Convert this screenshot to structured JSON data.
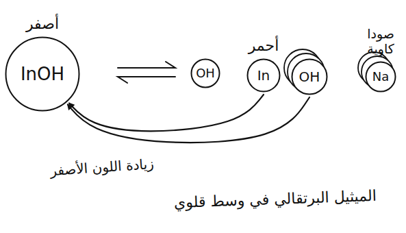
{
  "diagram": {
    "caption": "الميثيل البرتقالي في وسط قلوي",
    "nodes": [
      {
        "text": [
          "أصفر",
          "InOH"
        ]
      },
      {
        "text": [
          "OH"
        ]
      },
      {
        "text": [
          "أحمر",
          "In"
        ]
      },
      {
        "text": [
          "OH"
        ]
      },
      {
        "text": [
          "صودا كاوية",
          "Na"
        ]
      }
    ],
    "edges": [
      {
        "from": 2,
        "to": 0,
        "arrow": "to"
      },
      {
        "from": 3,
        "to": 0,
        "arrow": "to"
      }
    ],
    "labels": [
      "زيادة اللون الأصفر"
    ]
  }
}
